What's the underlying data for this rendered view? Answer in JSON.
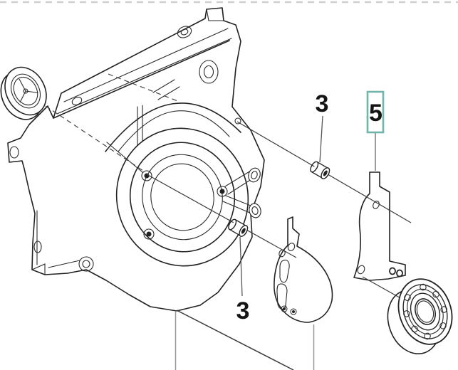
{
  "diagram": {
    "kind": "exploded-parts-diagram",
    "callouts": [
      {
        "label": "3",
        "highlighted": false
      },
      {
        "label": "5",
        "highlighted": true
      },
      {
        "label": "3",
        "highlighted": false
      }
    ],
    "colors": {
      "background": "#ffffff",
      "line": "#1f1f1f",
      "highlight_box": "#72b3ac",
      "crop_border": "#cfcfcf",
      "leader": "#8c8c8c"
    }
  }
}
